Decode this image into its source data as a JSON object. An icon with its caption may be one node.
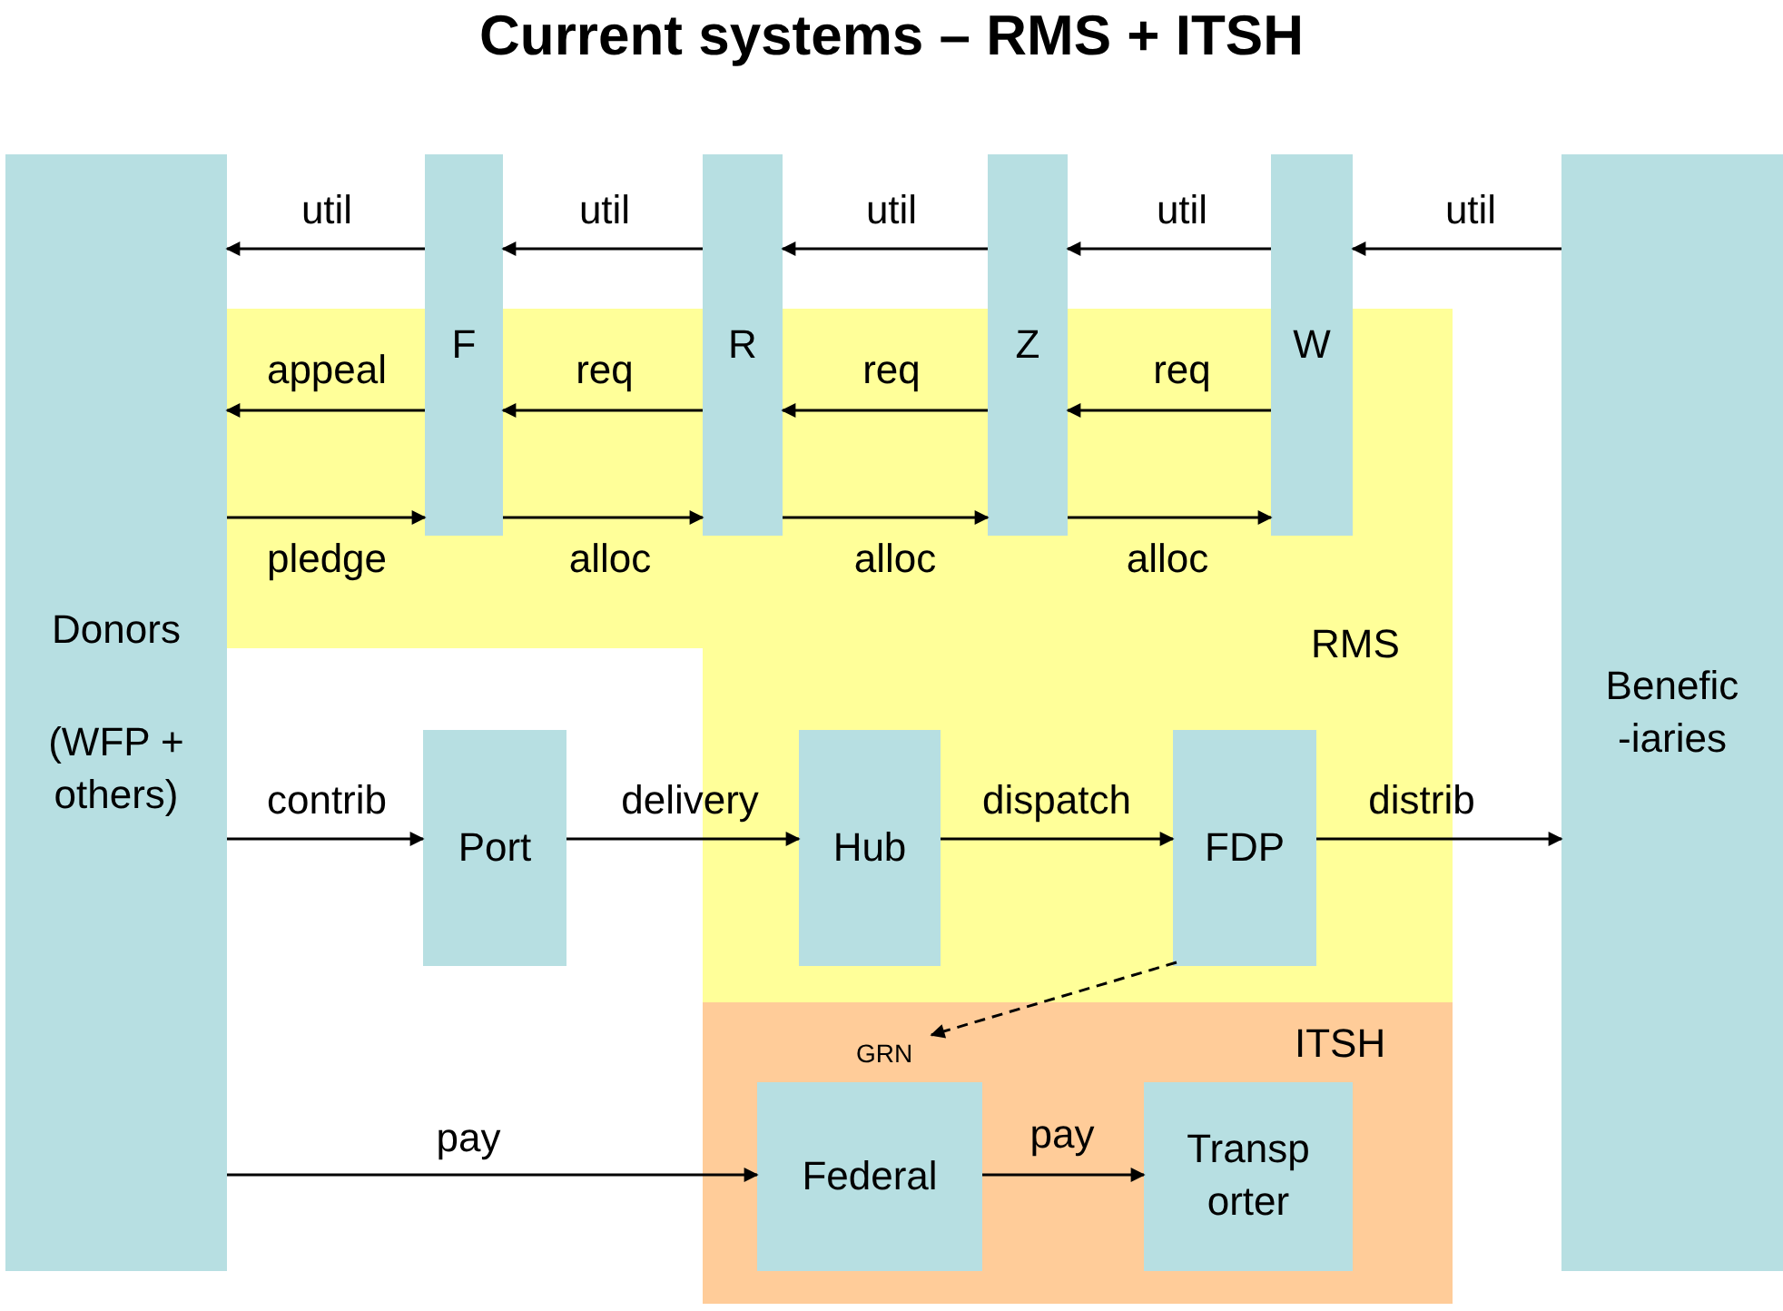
{
  "diagram": {
    "title": "Current systems – RMS + ITSH",
    "nodes": [
      {
        "text": [
          "Donors",
          "(WFP + others)"
        ]
      },
      {
        "text": [
          "F"
        ]
      },
      {
        "text": [
          "R"
        ]
      },
      {
        "text": [
          "Z"
        ]
      },
      {
        "text": [
          "W"
        ]
      },
      {
        "text": [
          "Benefic -iaries"
        ]
      },
      {
        "text": [
          "RMS"
        ]
      },
      {
        "text": [
          "Port"
        ]
      },
      {
        "text": [
          "Hub"
        ],
        "in": 6
      },
      {
        "text": [
          "FDP"
        ],
        "in": 6
      },
      {
        "text": [
          "ITSH"
        ]
      },
      {
        "text": [
          "GRN"
        ],
        "in": 10
      },
      {
        "text": [
          "Federal"
        ],
        "in": 10
      },
      {
        "text": [
          "Transp orter"
        ],
        "in": 10
      }
    ],
    "edges": [
      {
        "from": 5,
        "to": 4,
        "arrow": "to",
        "label": "util"
      },
      {
        "from": 4,
        "to": 3,
        "arrow": "to",
        "label": "util"
      },
      {
        "from": 3,
        "to": 2,
        "arrow": "to",
        "label": "util"
      },
      {
        "from": 2,
        "to": 1,
        "arrow": "to",
        "label": "util"
      },
      {
        "from": 1,
        "to": 0,
        "arrow": "to",
        "label": "util"
      },
      {
        "from": 1,
        "to": 0,
        "arrow": "to",
        "label": "appeal"
      },
      {
        "from": 2,
        "to": 1,
        "arrow": "to",
        "label": "req"
      },
      {
        "from": 3,
        "to": 2,
        "arrow": "to",
        "label": "req"
      },
      {
        "from": 4,
        "to": 3,
        "arrow": "to",
        "label": "req"
      },
      {
        "from": 0,
        "to": 1,
        "arrow": "to",
        "label": "pledge"
      },
      {
        "from": 1,
        "to": 2,
        "arrow": "to",
        "label": "alloc"
      },
      {
        "from": 2,
        "to": 3,
        "arrow": "to",
        "label": "alloc"
      },
      {
        "from": 3,
        "to": 4,
        "arrow": "to",
        "label": "alloc"
      },
      {
        "from": 0,
        "to": 7,
        "arrow": "to",
        "label": "contrib"
      },
      {
        "from": 7,
        "to": 8,
        "arrow": "to",
        "label": "delivery"
      },
      {
        "from": 8,
        "to": 9,
        "arrow": "to",
        "label": "dispatch"
      },
      {
        "from": 9,
        "to": 5,
        "arrow": "to",
        "label": "distrib"
      },
      {
        "from": 9,
        "to": 11,
        "arrow": "to",
        "style": "dashed"
      },
      {
        "from": 0,
        "to": 12,
        "arrow": "to",
        "label": "pay"
      },
      {
        "from": 12,
        "to": 13,
        "arrow": "to",
        "label": "pay"
      }
    ]
  }
}
